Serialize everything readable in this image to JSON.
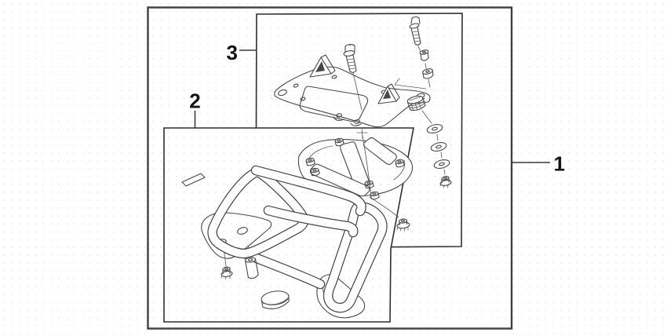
{
  "diagram": {
    "type": "exploded-parts-view",
    "background": "#ffffff",
    "line_color": "#474747",
    "border_color": "#2e2e2e",
    "label_color": "#141414",
    "callouts": [
      {
        "label": "1",
        "part": "carrier-kit-complete"
      },
      {
        "label": "2",
        "part": "rear-carrier-rack-subassembly"
      },
      {
        "label": "3",
        "part": "mounting-bracket-subassembly"
      }
    ],
    "parts_depicted": [
      "mounting-bracket-plate",
      "flange-bolt",
      "long-flange-bolt",
      "collar-upper",
      "collar-lower",
      "rubber-mount",
      "washer-1",
      "washer-2",
      "washer-3",
      "flange-nut-stack",
      "tubular-carrier-rack",
      "spacer-collar",
      "flange-nut-left",
      "rubber-cap",
      "flange-nut-right",
      "label-sticker"
    ]
  }
}
